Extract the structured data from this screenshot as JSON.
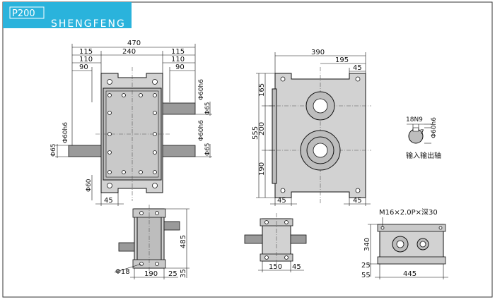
{
  "header": {
    "model": "P200",
    "brand": "SHENGFENG"
  },
  "colors": {
    "header_bg": "#2ab3dc",
    "border": "#333333",
    "part_fill": "#d2d2d2"
  },
  "front_view": {
    "top_dims": [
      "470",
      "115",
      "240",
      "115",
      "110",
      "110",
      "90",
      "90"
    ],
    "right_dims": [
      "Φ60h6",
      "Φ65",
      "Φ60h6",
      "Φ65"
    ],
    "left_dims": [
      "Φ60h6",
      "Φ65",
      "Φ60"
    ],
    "bottom_dims": [
      "45"
    ]
  },
  "side_view": {
    "top_dims": [
      "390",
      "195",
      "45"
    ],
    "left_dims": [
      "555",
      "165",
      "200",
      "190"
    ],
    "bottom_dims": [
      "45",
      "45"
    ]
  },
  "shaft_detail": {
    "keyway": "18N9",
    "diameter": "Φ60h6",
    "depth": "7",
    "caption": "输入输出轴"
  },
  "bottom_left_view": {
    "height": "485",
    "hole": "Φ18",
    "width": "190",
    "offset": "25",
    "base": "35"
  },
  "bottom_mid_view": {
    "width": "150",
    "offset": "45"
  },
  "bottom_right_view": {
    "thread": "M16×2.0P×深30",
    "height": "340",
    "base": "25",
    "width": "445",
    "offset": "55"
  }
}
